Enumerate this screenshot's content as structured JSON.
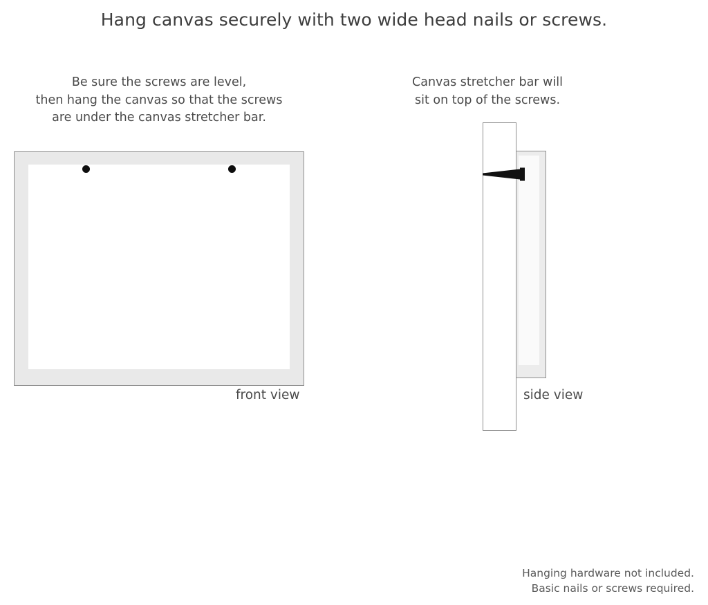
{
  "title": "Hang canvas securely with two wide head nails or screws.",
  "captions": {
    "left": {
      "line1": "Be sure the screws are level,",
      "line2": "then hang the canvas so that the screws",
      "line3": "are under the canvas stretcher bar."
    },
    "right": {
      "line1": "Canvas stretcher bar will",
      "line2": "sit on top of the screws."
    }
  },
  "labels": {
    "front_view": "front view",
    "side_view": "side view"
  },
  "footer": {
    "line1": "Hanging hardware not included.",
    "line2": "Basic nails or screws required."
  },
  "colors": {
    "frame_fill": "#e9e9e9",
    "frame_border": "#8d8d8d",
    "canvas_panel": "#ffffff",
    "screw": "#0d0d0d",
    "text": "#4a4a4a"
  },
  "diagram": {
    "front": {
      "screw_count": 2,
      "screw_positions": [
        "left",
        "right"
      ]
    },
    "side": {
      "parts": [
        "wall",
        "canvas-stretcher-bar",
        "screw"
      ]
    }
  }
}
